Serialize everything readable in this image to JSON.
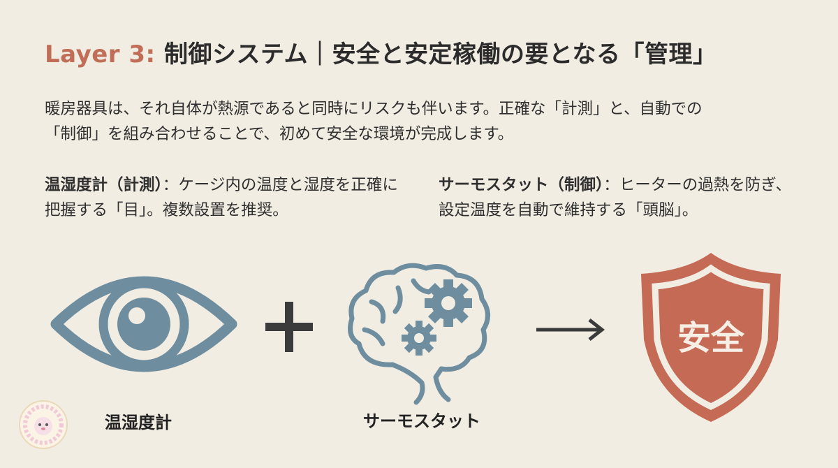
{
  "title": {
    "layer": "Layer 3:",
    "main": "制御システム｜安全と安定稼働の要となる「管理」"
  },
  "intro": {
    "line1": "暖房器具は、それ自体が熱源であると同時にリスクも伴います。正確な「計測」と、自動での",
    "line2": "「制御」を組み合わせることで、初めて安全な環境が完成します。"
  },
  "columns": {
    "left": {
      "head": "温湿度計（計測）",
      "body": "：ケージ内の温度と湿度を正確に把握する「目」。複数設置を推奨。"
    },
    "right": {
      "head": "サーモスタット（制御）",
      "body": "：ヒーターの過熱を防ぎ、設定温度を自動で維持する「頭脳」。"
    }
  },
  "diagram": {
    "eye_label": "温湿度計",
    "brain_label": "サーモスタット",
    "shield_text": "安全",
    "plus_icon": "plus-icon",
    "arrow_icon": "arrow-right-icon"
  },
  "colors": {
    "background": "#f2ede3",
    "accent": "#c06e58",
    "icon_blue": "#6e8ea0",
    "dark": "#3b3b3b",
    "shield_fill": "#c46a55"
  }
}
